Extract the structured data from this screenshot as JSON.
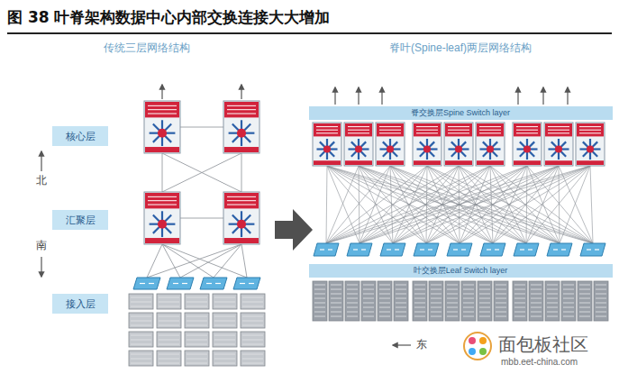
{
  "diagram": {
    "title": "图 38 叶脊架构数据中心内部交换连接大大增加",
    "nodes": [
      {
        "text": [
          "核心层"
        ]
      },
      {
        "text": [
          "汇聚层"
        ]
      },
      {
        "text": [
          "接入层"
        ]
      },
      {
        "text": [
          "脊交换层Spine Switch layer"
        ]
      },
      {
        "text": [
          "叶交换层Leaf Switch layer"
        ]
      }
    ],
    "labels": [
      "传统三层网络结构",
      "脊叶(Spine-leaf)两层网络结构",
      "北",
      "南",
      "东",
      "面包板社区",
      "mbb.eet-china.com"
    ]
  }
}
